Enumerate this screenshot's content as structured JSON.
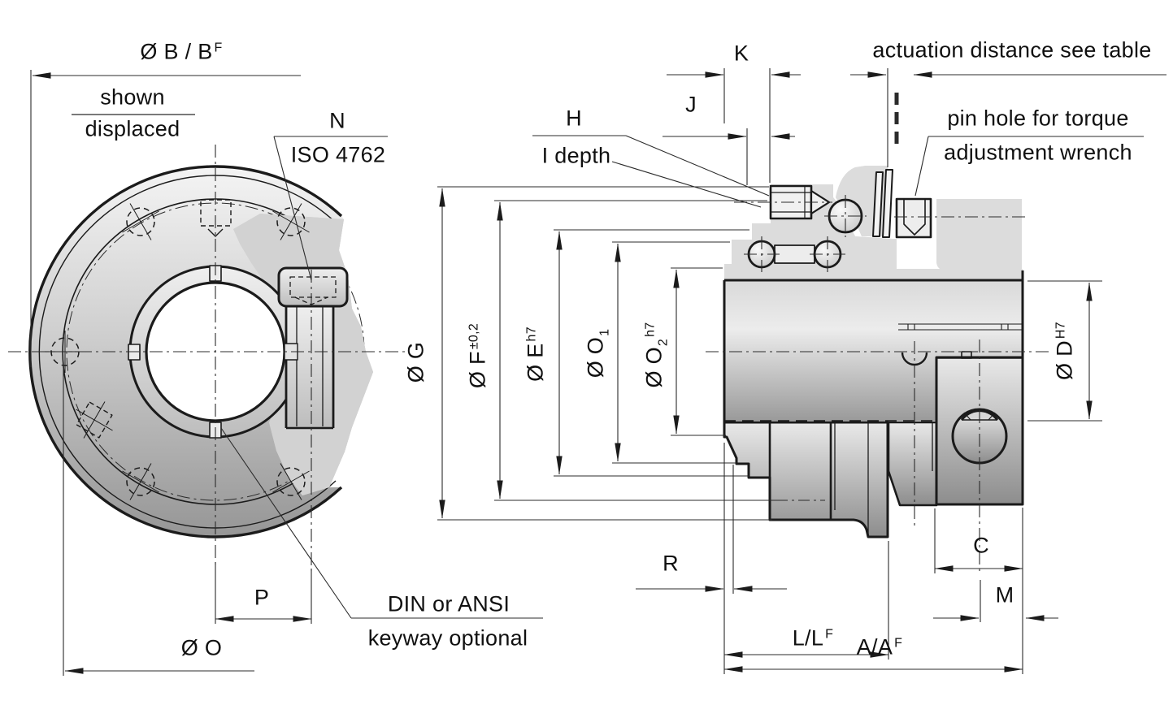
{
  "colors": {
    "line": "#1b1b1b",
    "dimension_line": "#2b2b2b",
    "metal_light": "#f2f2f2",
    "metal_dark": "#8f8f8f",
    "background": "#ffffff"
  },
  "front_view": {
    "dim_b": {
      "main": "Ø B / B",
      "sup": "F"
    },
    "fraction": {
      "top": "shown",
      "bottom": "displaced"
    },
    "screw_note": {
      "line1": "N",
      "line2": "ISO 4762"
    },
    "keyway_note": {
      "line1": "DIN or ANSI",
      "line2": "keyway optional"
    },
    "dim_p": "P",
    "dim_o": "Ø O"
  },
  "section_view": {
    "dim_k": "K",
    "dim_j": "J",
    "screw_dim": {
      "line1": "H",
      "line2": "I depth"
    },
    "actuation_note": "actuation distance see table",
    "pin_note": {
      "line1": "pin hole for torque",
      "line2": "adjustment wrench"
    },
    "dim_g": {
      "main": "Ø G"
    },
    "dim_f": {
      "main": "Ø F",
      "sup": "±0,2"
    },
    "dim_e": {
      "main": "Ø E",
      "sup": "h7"
    },
    "dim_o1": {
      "main": "Ø O",
      "sub": "1"
    },
    "dim_o2": {
      "main": "Ø O",
      "sub": "2",
      "sup": "h7"
    },
    "dim_d": {
      "main": "Ø D",
      "sup": "H7"
    },
    "dim_r": "R",
    "dim_c": "C",
    "dim_m": "M",
    "dim_l": {
      "main": "L/L",
      "sup": "F"
    },
    "dim_a": {
      "main": "A/A",
      "sup": "F"
    }
  }
}
